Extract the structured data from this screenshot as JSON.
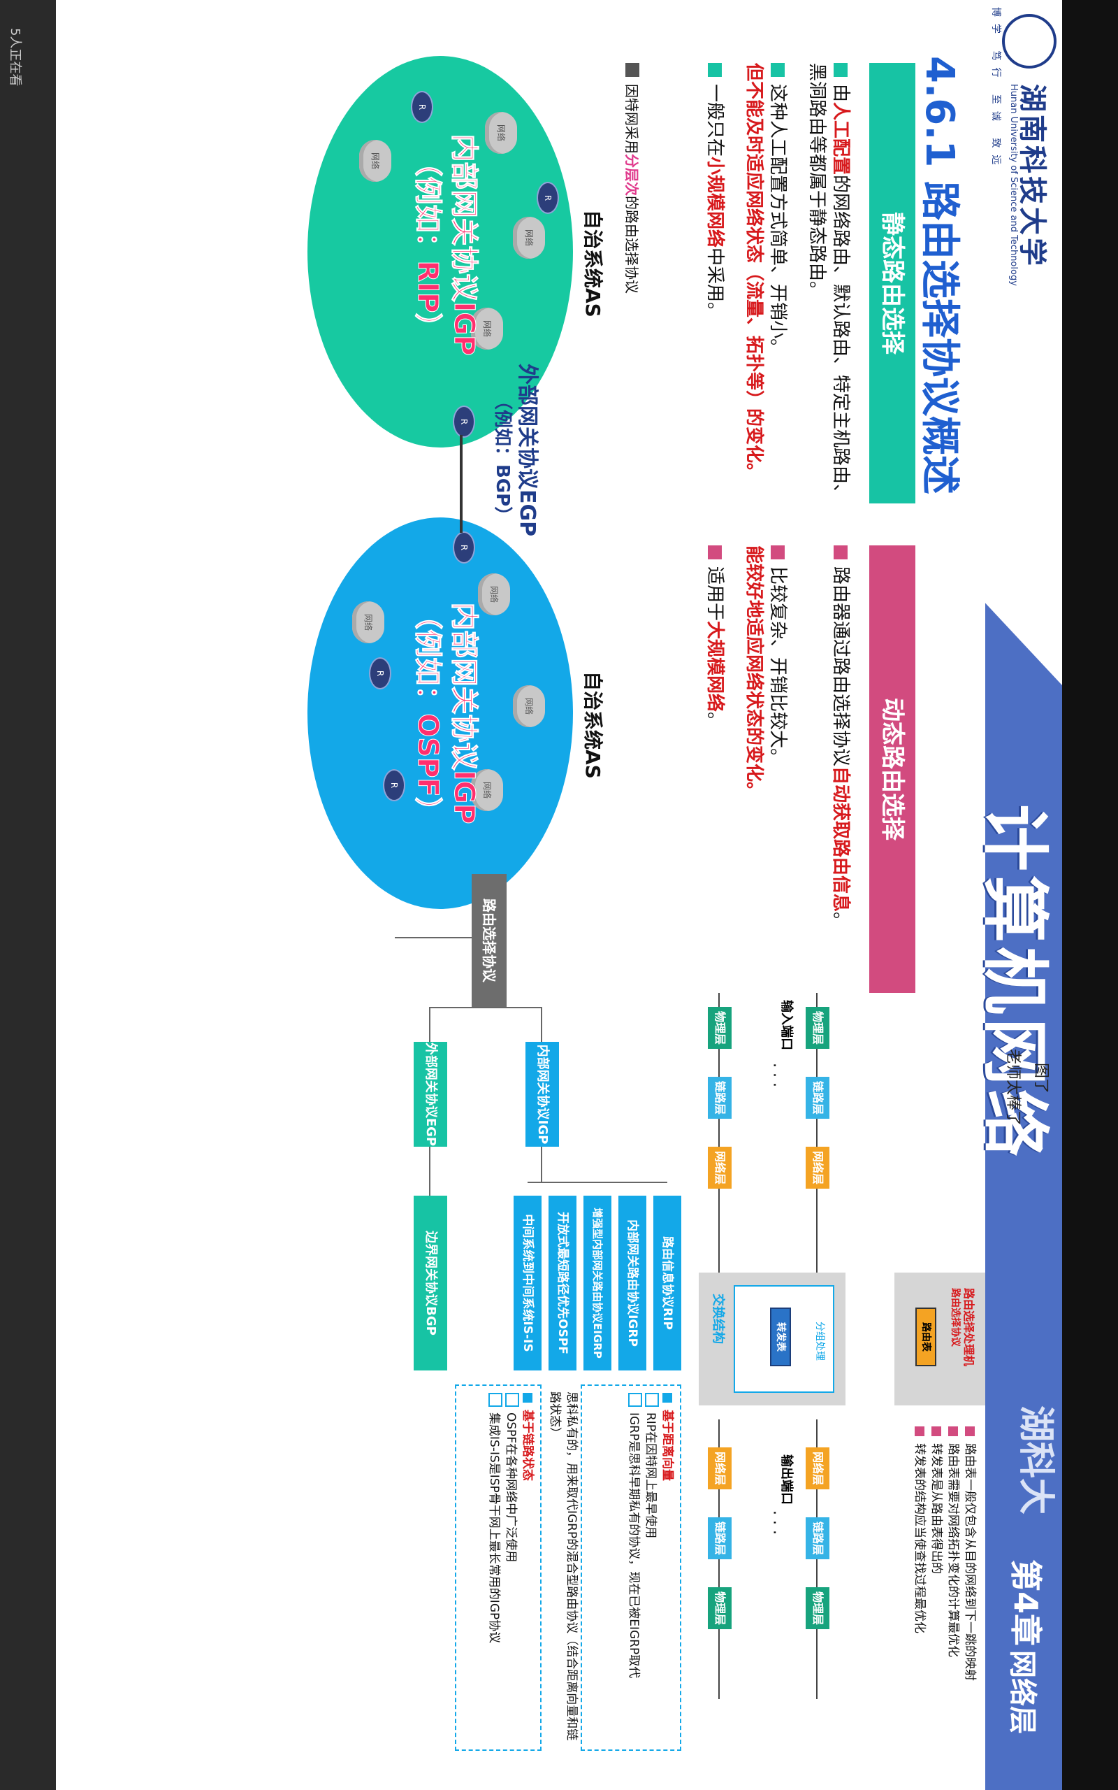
{
  "overlay": {
    "viewers": "5人正在看"
  },
  "header": {
    "university_cn": "湖南科技大学",
    "university_en": "Hunan University of Science and Technology",
    "motto": "博学 笃行 至诚 致远",
    "course_title": "计算机网络",
    "watermark_line1": "图了",
    "watermark_line2": "老师太棒了",
    "chapter_label": "第4章",
    "chapter_sub": "网络层",
    "bg_school": "湖科大"
  },
  "section_title": "4.6.1 路由选择协议概述",
  "static": {
    "heading": "静态路由选择",
    "b1_pre": "由",
    "b1_red": "人工配置",
    "b1_post": "的网络路由、默认路由、特定主机路由、黑洞路由等都属于静态路由。",
    "b2_line1": "这种人工配置方式简单、开销小。",
    "b2_line2": "但不能及时适应网络状态（流量、拓扑等）的变化。",
    "b3_pre": "一般只在",
    "b3_red": "小规模网络",
    "b3_post": "中采用。"
  },
  "dynamic": {
    "heading": "动态路由选择",
    "b1_pre": "路由器通过路由选择协议",
    "b1_red": "自动获取路由信息",
    "b1_post": "。",
    "b2_line1": "比较复杂、开销比较大。",
    "b2_line2": "能较好地适应网络状态的变化。",
    "b3_pre": "适用于",
    "b3_red": "大规模网络",
    "b3_post": "。"
  },
  "internet_note_pre": "因特网采用",
  "internet_note_mag": "分层次",
  "internet_note_post": "的路由选择协议",
  "as_diagram": {
    "as_label": "自治系统AS",
    "igp": "内部网关协议IGP",
    "igp_ex1": "（例如：RIP）",
    "igp_ex2": "（例如：OSPF）",
    "egp": "外部网关协议EGP",
    "egp_ex": "（例如：BGP）",
    "cloud_label": "网络",
    "router_label": "R"
  },
  "router_structure": {
    "routing_processor": "路由选择处理机",
    "routing_protocol": "路由选择协议",
    "routing_table": "路由表",
    "forwarding_table": "转发表",
    "packet_processing": "分组处理",
    "switch_fabric": "交换结构",
    "input_port": "输入端口",
    "output_port": "输出端口",
    "physical": "物理层",
    "link": "链路层",
    "network": "网络层",
    "ellipsis": "· · ·",
    "note1": "路由表一般仅包含从目的网络到下一跳的映射",
    "note2": "路由表需要对网络拓扑变化的计算最优化",
    "note3": "转发表是从路由表得出的",
    "note4": "转发表的结构应当使查找过程最优化"
  },
  "taxonomy": {
    "root": "路由选择协议",
    "igp": "内部网关协议IGP",
    "egp": "外部网关协议EGP",
    "rip": "路由信息协议RIP",
    "igrp": "内部网关路由协议IGRP",
    "eigrp": "增强型内部网关路由协议EIGRP",
    "ospf": "开放式最短路径优先OSPF",
    "isis": "中间系统到中间系统IS-IS",
    "bgp": "边界网关协议BGP",
    "dv_title": "基于距离向量",
    "dv_item1": "RIP在因特网上最早使用",
    "dv_item2": "IGRP是思科早期私有的协议，现在已被EIGRP取代",
    "eigrp_note": "思科私有的，用来取代IGRP的混合型路由协议（结合距离向量和链路状态）",
    "ls_title": "基于链路状态",
    "ls_item1": "OSPF在各种网络中广泛使用",
    "ls_item2": "集成IS-IS是ISP骨干网上最长常用的IGP协议"
  }
}
